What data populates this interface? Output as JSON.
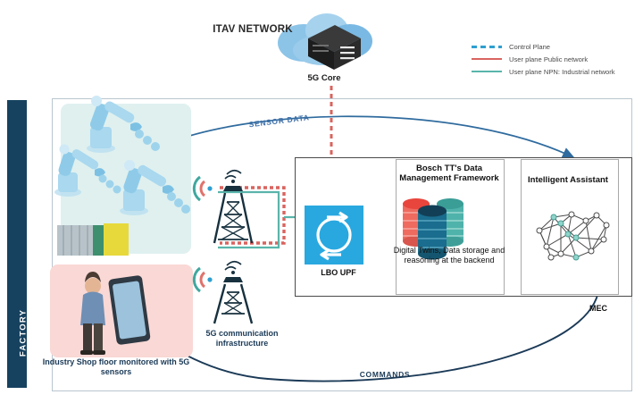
{
  "diagram": {
    "title": "ITAV NETWORK",
    "cloud": {
      "core_label": "5G Core",
      "icon": "cloud-server-icon"
    },
    "factory": {
      "bar_label": "FACTORY",
      "robots_panel": {
        "icon": "robot-arms-icon"
      },
      "shopfloor_panel": {
        "icon": "worker-tablet-icon"
      },
      "shopfloor_caption": "Industry Shop floor monitored with 5G sensors"
    },
    "network": {
      "infra_caption": "5G communication infrastructure",
      "tower_icon": "5g-tower-icon",
      "signal_icon": "wifi-signal-icon",
      "towers": 2
    },
    "mec": {
      "label": "MEC",
      "upf": {
        "label": "LBO UPF",
        "icon": "upf-loop-icon"
      },
      "bosch": {
        "title": "Bosch TT's Data Management Framework",
        "subtitle": "Digital Twins, Data storage and reasoning at the backend",
        "icon": "database-stack-icon"
      },
      "assistant": {
        "title": "Intelligent Assistant",
        "icon": "neural-network-icon"
      }
    },
    "flows": {
      "sensor_data": "SENSOR DATA",
      "commands": "COMMANDS"
    },
    "legend": {
      "items": [
        {
          "label": "Control Plane",
          "style": "dashed",
          "color": "#2f9fd0"
        },
        {
          "label": "User plane Public network",
          "style": "solid",
          "color": "#d9645f"
        },
        {
          "label": "User plane NPN: Industrial network",
          "style": "solid",
          "color": "#5ab5ab"
        }
      ]
    },
    "colors": {
      "control_plane": "#2f9fd0",
      "public_plane": "#d9645f",
      "npn_plane": "#5ab5ab",
      "factory_bar": "#16425f",
      "upf_fill": "#29a8e0",
      "robots_panel": "#dff0ef",
      "floor_panel": "#f9d8d5"
    }
  }
}
